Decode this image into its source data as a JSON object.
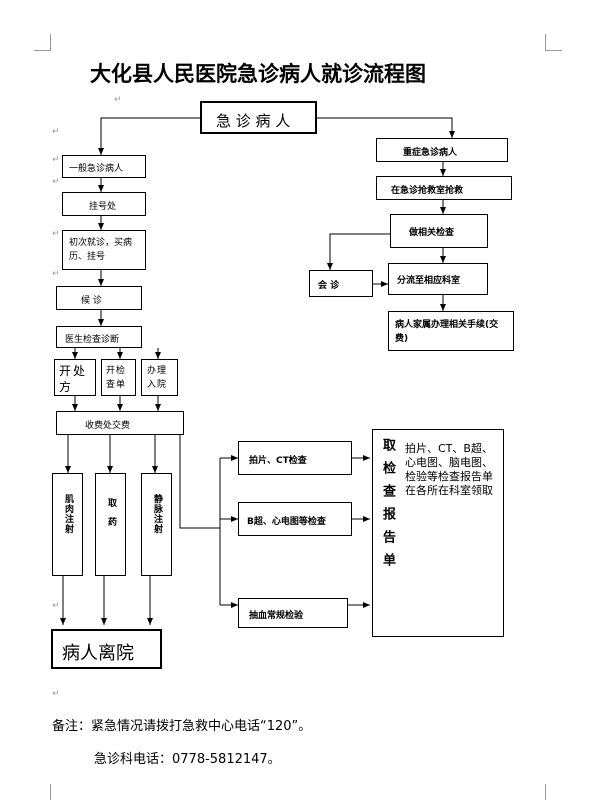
{
  "title": "大化县人民医院急诊病人就诊流程图",
  "start": "急 诊 病 人",
  "left_flow": {
    "general": "一般急诊病人",
    "register": "挂号处",
    "first_visit": "初次就诊，买病历、挂号",
    "wait": "候   诊",
    "exam": "医生检查诊断",
    "prescribe": "开处方",
    "check_order": "开检查单",
    "admit": "办理入院",
    "pay": "收费处交费",
    "injection": "肌肉注射",
    "medicine": "取药",
    "iv": "静脉注射",
    "leave": "病人离院"
  },
  "right_flow": {
    "severe": "重症急诊病人",
    "rescue": "在急诊抢救室抢救",
    "tests": "做相关检查",
    "consult": "会   诊",
    "transfer": "分流至相应科室",
    "family": "病人家属办理相关手续(交费)"
  },
  "checks": {
    "xray": "拍片、CT检查",
    "ultrasound": "B超、心电图等检查",
    "blood": "抽血常规检验",
    "report_title": "取检查报告单",
    "report_text": "拍片、CT、B超、心电图、脑电图、检验等检查报告单在各所在科室领取"
  },
  "notes": {
    "emergency": "备注：紧急情况请拨打急救中心电话“120”。",
    "phone": "急诊科电话：0778-5812147。"
  },
  "colors": {
    "line": "#000000",
    "mark": "#999999"
  }
}
